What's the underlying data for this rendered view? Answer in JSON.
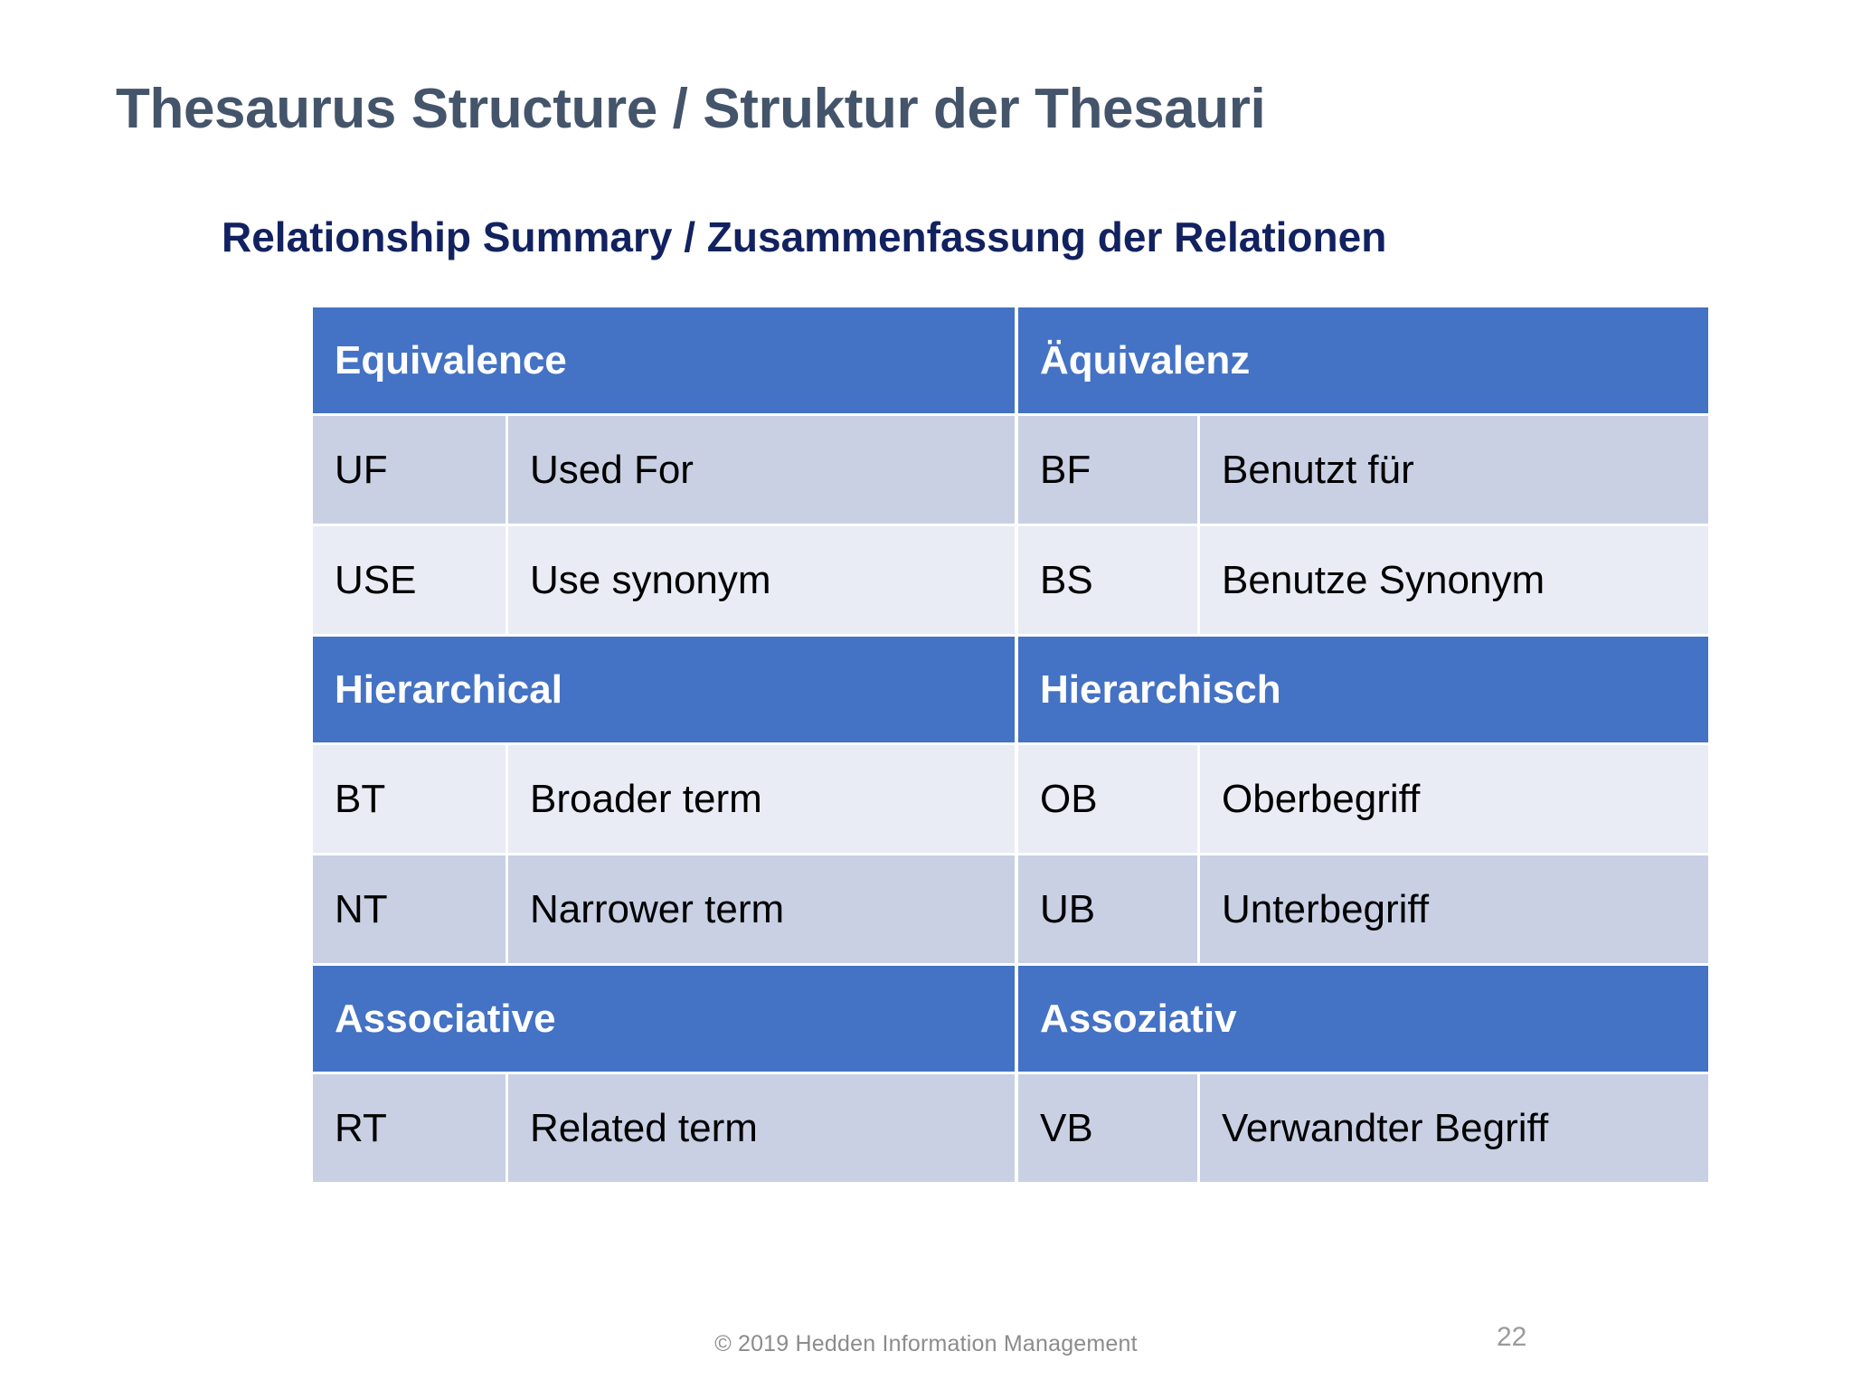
{
  "slide": {
    "title": "Thesaurus Structure / Struktur der Thesauri",
    "subtitle": "Relationship Summary / Zusammenfassung der Relationen",
    "number": "22"
  },
  "footer": {
    "copyright": "© 2019 Hedden Information Management"
  },
  "colors": {
    "title": "#44546A",
    "subtitle": "#122260",
    "section_header_bg": "#4472C4",
    "section_header_text": "#FFFFFF",
    "row_dark": "#C9D0E4",
    "row_light": "#E9ECF5",
    "footer_text": "#8C8C8C",
    "background": "#FFFFFF"
  },
  "table": {
    "sections": [
      {
        "header_en": "Equivalence",
        "header_de": "Äquivalenz",
        "rows": [
          {
            "code_en": "UF",
            "term_en": "Used For",
            "code_de": "BF",
            "term_de": "Benutzt für",
            "shade": "dark"
          },
          {
            "code_en": "USE",
            "term_en": "Use synonym",
            "code_de": "BS",
            "term_de": "Benutze Synonym",
            "shade": "light"
          }
        ]
      },
      {
        "header_en": "Hierarchical",
        "header_de": "Hierarchisch",
        "rows": [
          {
            "code_en": "BT",
            "term_en": "Broader term",
            "code_de": "OB",
            "term_de": "Oberbegriff",
            "shade": "light"
          },
          {
            "code_en": "NT",
            "term_en": "Narrower term",
            "code_de": "UB",
            "term_de": "Unterbegriff",
            "shade": "dark"
          }
        ]
      },
      {
        "header_en": "Associative",
        "header_de": "Assoziativ",
        "rows": [
          {
            "code_en": "RT",
            "term_en": "Related term",
            "code_de": "VB",
            "term_de": "Verwandter Begriff",
            "shade": "dark"
          }
        ]
      }
    ]
  }
}
